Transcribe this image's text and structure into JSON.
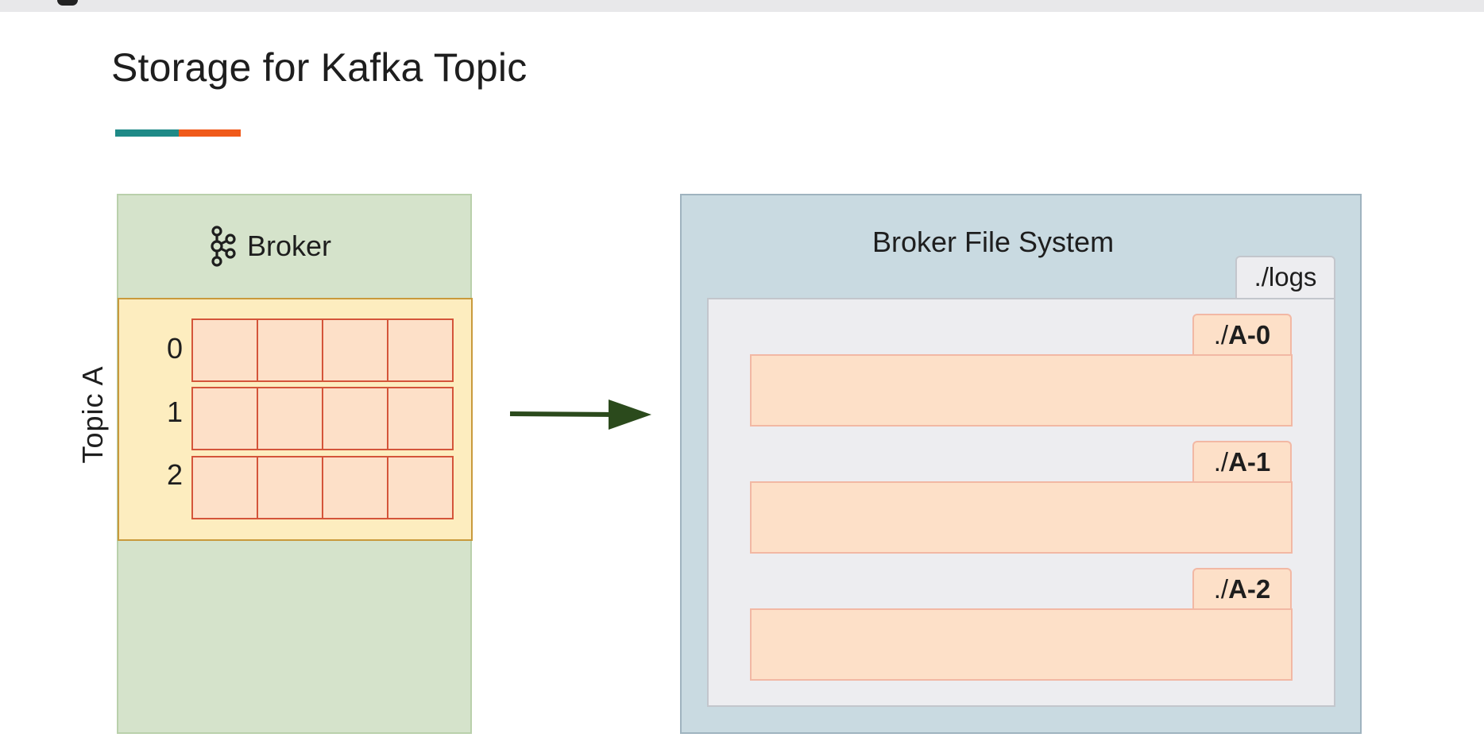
{
  "slide": {
    "title": "Storage for Kafka Topic",
    "underline_colors": [
      "#1f8a87",
      "#f05a1a"
    ]
  },
  "broker": {
    "label": "Broker",
    "icon": "kafka-logo-icon",
    "topic_label": "Topic  A",
    "partitions": [
      "0",
      "1",
      "2"
    ]
  },
  "arrow": {
    "icon": "right-arrow-icon",
    "color": "#2b4a1c"
  },
  "file_system": {
    "title": "Broker File System",
    "logs_dir": "./logs",
    "dirs": [
      {
        "prefix": "./",
        "name": "A-0"
      },
      {
        "prefix": "./",
        "name": "A-1"
      },
      {
        "prefix": "./",
        "name": "A-2"
      }
    ]
  }
}
